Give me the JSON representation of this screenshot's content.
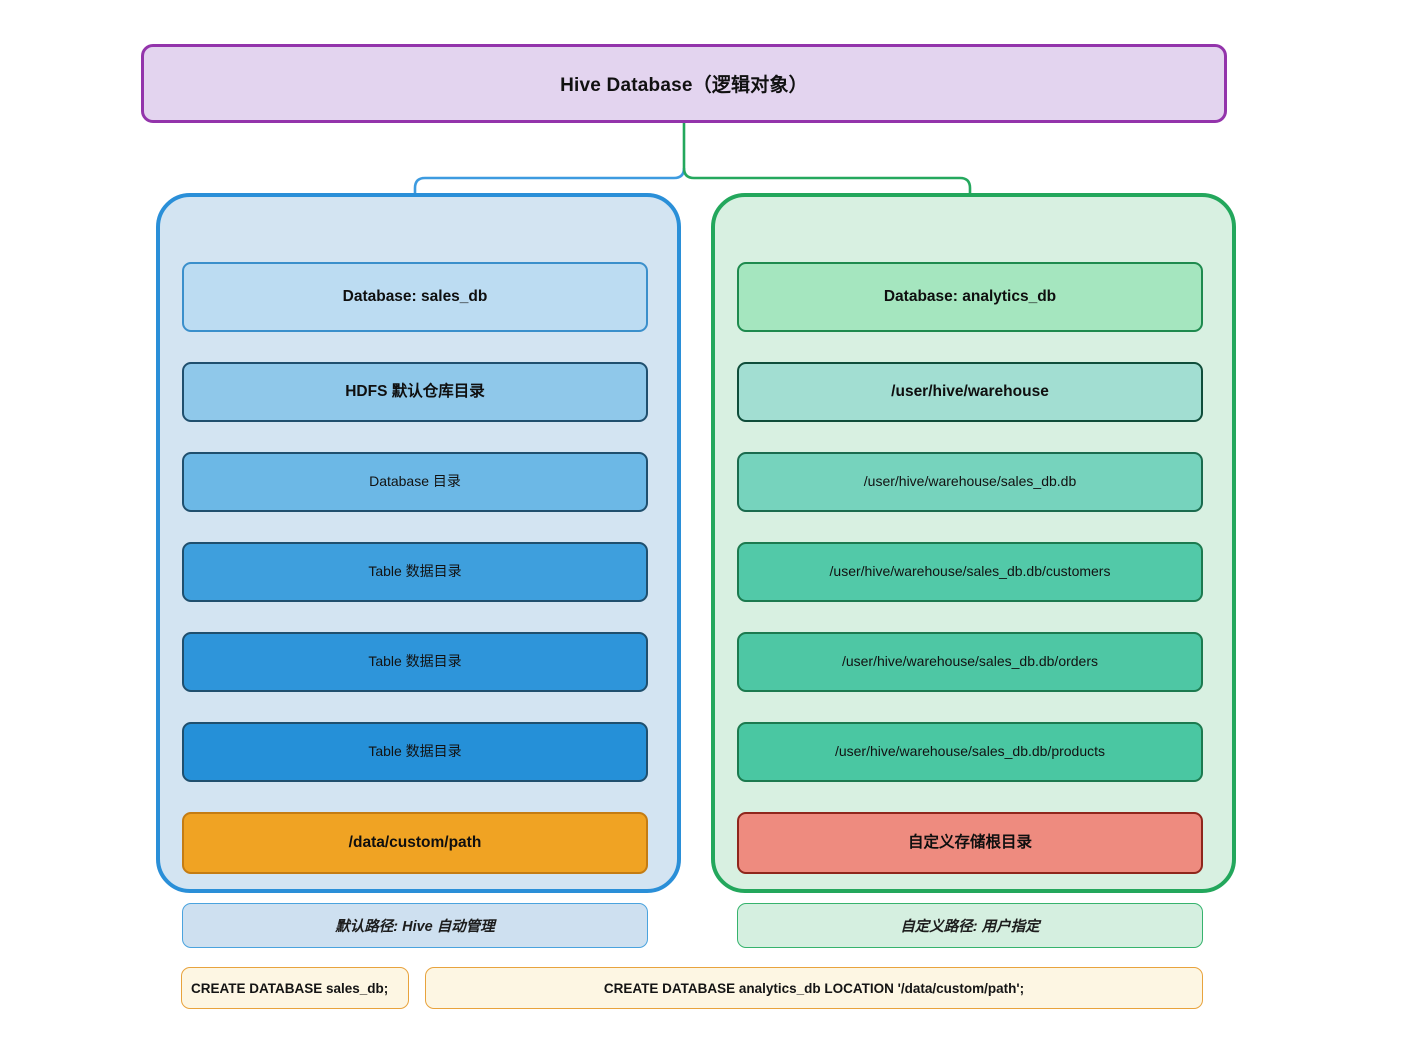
{
  "diagram": {
    "root": {
      "label": "Hive Database（逻辑对象）"
    },
    "columns": [
      {
        "id": "default-path-column",
        "caption": "默认路径: Hive 自动管理",
        "accent": "#2a8fd8",
        "steps": [
          {
            "label": "Database: sales_db",
            "style": "b0",
            "bold": true
          },
          {
            "label": "HDFS 默认仓库目录",
            "style": "b1",
            "bold": true
          },
          {
            "label": "Database 目录",
            "style": "b2",
            "bold": false
          },
          {
            "label": "Table 数据目录",
            "style": "b3",
            "bold": false
          },
          {
            "label": "Table 数据目录",
            "style": "b4",
            "bold": false
          },
          {
            "label": "Table 数据目录",
            "style": "b5",
            "bold": false
          },
          {
            "label": "/data/custom/path",
            "style": "bOrange",
            "bold": true
          }
        ]
      },
      {
        "id": "custom-path-column",
        "caption": "自定义路径: 用户指定",
        "accent": "#23a75c",
        "steps": [
          {
            "label": "Database: analytics_db",
            "style": "g0",
            "bold": true
          },
          {
            "label": "/user/hive/warehouse",
            "style": "g1",
            "bold": true
          },
          {
            "label": "/user/hive/warehouse/sales_db.db",
            "style": "g2",
            "bold": false
          },
          {
            "label": "/user/hive/warehouse/sales_db.db/customers",
            "style": "g3",
            "bold": false
          },
          {
            "label": "/user/hive/warehouse/sales_db.db/orders",
            "style": "g4",
            "bold": false
          },
          {
            "label": "/user/hive/warehouse/sales_db.db/products",
            "style": "g5",
            "bold": false
          },
          {
            "label": "自定义存储根目录",
            "style": "gRed",
            "bold": true
          }
        ]
      }
    ],
    "notes": [
      {
        "id": "note-sales-db",
        "text": "CREATE DATABASE sales_db;"
      },
      {
        "id": "note-analytics-db",
        "text": "CREATE DATABASE analytics_db LOCATION '/data/custom/path';"
      }
    ],
    "colors": {
      "root_fill": "#e3d4ef",
      "root_border": "#9334ab",
      "blue_cluster_fill": "#d3e4f2",
      "blue_cluster_border": "#2a8fd8",
      "green_cluster_fill": "#d8f0e1",
      "green_cluster_border": "#23a75c",
      "note_fill": "#fdf6e3",
      "note_border": "#e8a33d",
      "highlight_orange": "#f0a323",
      "highlight_red": "#ee8b7f"
    }
  }
}
